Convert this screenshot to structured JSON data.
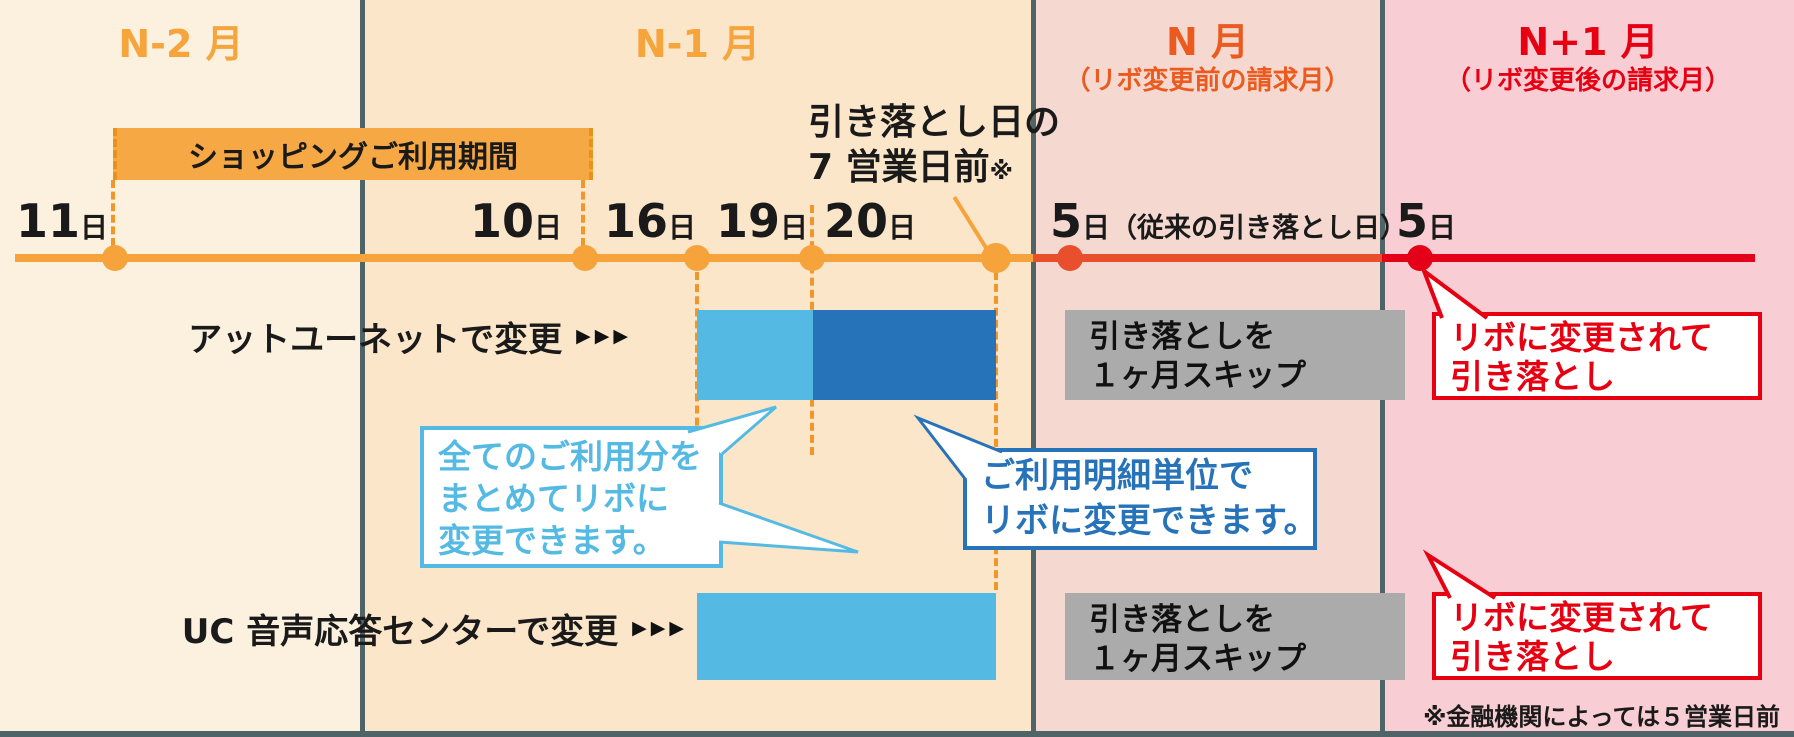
{
  "columns": [
    {
      "label": "N-2 月",
      "sublabel": ""
    },
    {
      "label": "N-1 月",
      "sublabel": ""
    },
    {
      "label": "N 月",
      "sublabel": "（リボ変更前の請求月）"
    },
    {
      "label": "N+1 月",
      "sublabel": "（リボ変更後の請求月）"
    }
  ],
  "shopping_period": {
    "label": "ショッピングご利用期間"
  },
  "debit_day_note": {
    "line1": "引き落とし日の",
    "line2": "7 営業日前",
    "asterisk": "※"
  },
  "timeline": {
    "dates": [
      {
        "day": "11",
        "suffix": "日"
      },
      {
        "day": "10",
        "suffix": "日"
      },
      {
        "day": "16",
        "suffix": "日"
      },
      {
        "day": "19",
        "suffix": "日"
      },
      {
        "day": "20",
        "suffix": "日"
      },
      {
        "day": "5",
        "suffix": "日",
        "note": "（従来の引き落とし日）"
      },
      {
        "day": "5",
        "suffix": "日"
      }
    ]
  },
  "rows": [
    {
      "label": "アットユーネットで変更",
      "arrows": "▶▶▶",
      "skip_box": {
        "line1": "引き落としを",
        "line2": "１ヶ月スキップ"
      },
      "result_box": {
        "line1": "リボに変更されて",
        "line2": "引き落とし"
      }
    },
    {
      "label": "UC 音声応答センターで変更",
      "arrows": "▶▶▶",
      "skip_box": {
        "line1": "引き落としを",
        "line2": "１ヶ月スキップ"
      },
      "result_box": {
        "line1": "リボに変更されて",
        "line2": "引き落とし"
      }
    }
  ],
  "callouts": [
    {
      "line1": "全てのご利用分を",
      "line2": "まとめてリボに",
      "line3": "変更できます。"
    },
    {
      "line1": "ご利用明細単位で",
      "line2": "リボに変更できます。"
    }
  ],
  "footnote": "※金融機関によっては５営業日前",
  "colors": {
    "orange": "#F6A53C",
    "orange_bar": "#F6A844",
    "orange_red": "#E8502D",
    "n_month_title": "#EB5A1E",
    "red": "#E60012",
    "light_blue": "#55BAE3",
    "blue": "#2673BA",
    "gray_box": "#ABABAB",
    "divider": "#4E6467",
    "col1_bg": "#FCF1DE",
    "col2_bg": "#FBE6CA",
    "col3_bg": "#F5D9D0",
    "col4_bg": "#F8CDD3",
    "text": "#1A1A1A"
  }
}
